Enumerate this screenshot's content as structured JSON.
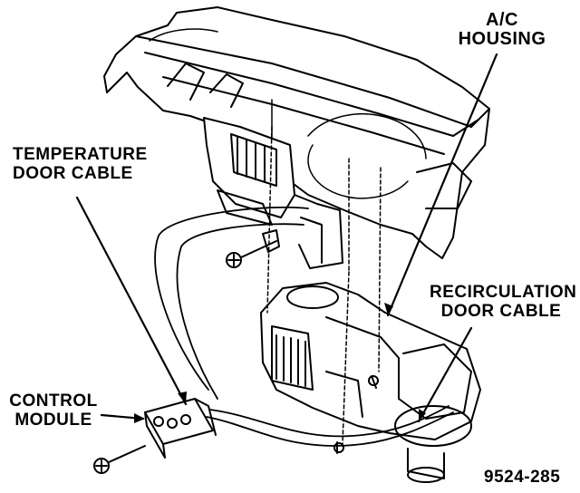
{
  "labels": {
    "ac_housing": [
      "A/C",
      "HOUSING"
    ],
    "temperature_door_cable": [
      "TEMPERATURE",
      "DOOR CABLE"
    ],
    "recirculation_door_cable": [
      "RECIRCULATION",
      "DOOR CABLE"
    ],
    "control_module": [
      "CONTROL",
      "MODULE"
    ],
    "figure_number": "9524-285"
  },
  "colors": {
    "ink": "#000000",
    "paper": "#ffffff"
  }
}
